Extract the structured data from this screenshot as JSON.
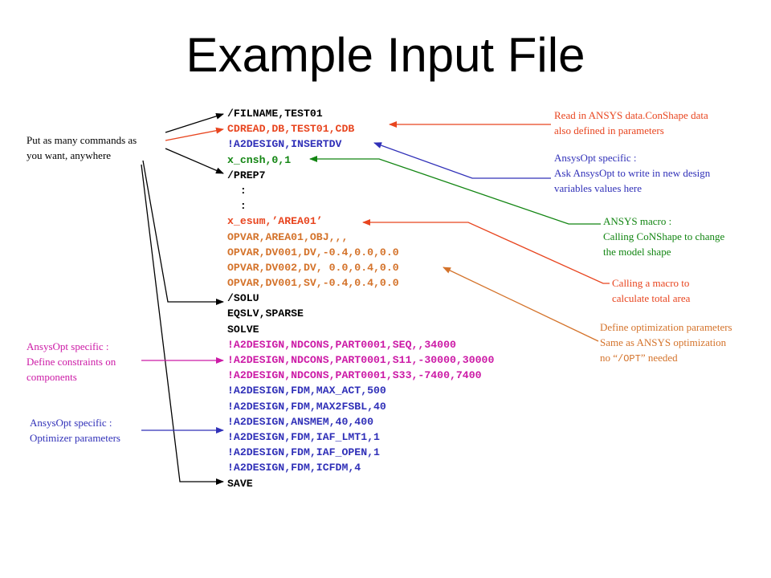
{
  "title": "Example Input File",
  "colors": {
    "black": "#000000",
    "red": "#e8451f",
    "blue": "#3030b8",
    "green": "#128512",
    "orange": "#d4732b",
    "magenta": "#cc1aa6"
  },
  "code_lines": [
    {
      "text": "/FILNAME,TEST01",
      "color": "#000000"
    },
    {
      "text": "CDREAD,DB,TEST01,CDB",
      "color": "#e8451f"
    },
    {
      "text": "!A2DESIGN,INSERTDV",
      "color": "#3030b8"
    },
    {
      "text": "x_cnsh,0,1",
      "color": "#128512"
    },
    {
      "text": "/PREP7",
      "color": "#000000"
    },
    {
      "text": "  :",
      "color": "#000000"
    },
    {
      "text": "  :",
      "color": "#000000"
    },
    {
      "text": "x_esum,’AREA01’",
      "color": "#e8451f"
    },
    {
      "text": "OPVAR,AREA01,OBJ,,,",
      "color": "#d4732b"
    },
    {
      "text": "OPVAR,DV001,DV,-0.4,0.0,0.0",
      "color": "#d4732b"
    },
    {
      "text": "OPVAR,DV002,DV, 0.0,0.4,0.0",
      "color": "#d4732b"
    },
    {
      "text": "OPVAR,DV001,SV,-0.4,0.4,0.0",
      "color": "#d4732b"
    },
    {
      "text": "/SOLU",
      "color": "#000000"
    },
    {
      "text": "EQSLV,SPARSE",
      "color": "#000000"
    },
    {
      "text": "SOLVE",
      "color": "#000000"
    },
    {
      "text": "!A2DESIGN,NDCONS,PART0001,SEQ,,34000",
      "color": "#cc1aa6"
    },
    {
      "text": "!A2DESIGN,NDCONS,PART0001,S11,-30000,30000",
      "color": "#cc1aa6"
    },
    {
      "text": "!A2DESIGN,NDCONS,PART0001,S33,-7400,7400",
      "color": "#cc1aa6"
    },
    {
      "text": "!A2DESIGN,FDM,MAX_ACT,500",
      "color": "#3030b8"
    },
    {
      "text": "!A2DESIGN,FDM,MAX2FSBL,40",
      "color": "#3030b8"
    },
    {
      "text": "!A2DESIGN,ANSMEM,40,400",
      "color": "#3030b8"
    },
    {
      "text": "!A2DESIGN,FDM,IAF_LMT1,1",
      "color": "#3030b8"
    },
    {
      "text": "!A2DESIGN,FDM,IAF_OPEN,1",
      "color": "#3030b8"
    },
    {
      "text": "!A2DESIGN,FDM,ICFDM,4",
      "color": "#3030b8"
    },
    {
      "text": "SAVE",
      "color": "#000000"
    }
  ],
  "notes": {
    "put_commands": {
      "line1": "Put as many commands as",
      "line2": "you want, anywhere"
    },
    "read_ansys": {
      "line1": "Read in ANSYS data.ConShape data",
      "line2": "also defined in parameters"
    },
    "ansysopt_write": {
      "line1": "AnsysOpt specific :",
      "line2": "Ask AnsysOpt to write in new design",
      "line3": "variables values here"
    },
    "ansys_macro": {
      "line1": "ANSYS macro :",
      "line2": "Calling CoNShape to change",
      "line3": "the model shape"
    },
    "calling_macro": {
      "line1": "Calling a macro to",
      "line2": "calculate total area"
    },
    "define_opt": {
      "line1": "Define optimization parameters",
      "line2": "Same as ANSYS optimization",
      "line3_pre": "no “",
      "line3_code": "/OPT",
      "line3_post": "” needed"
    },
    "constraints": {
      "line1": "AnsysOpt specific :",
      "line2": "Define constraints on",
      "line3": "components"
    },
    "optimizer": {
      "line1": "AnsysOpt specific :",
      "line2": "Optimizer parameters"
    }
  }
}
